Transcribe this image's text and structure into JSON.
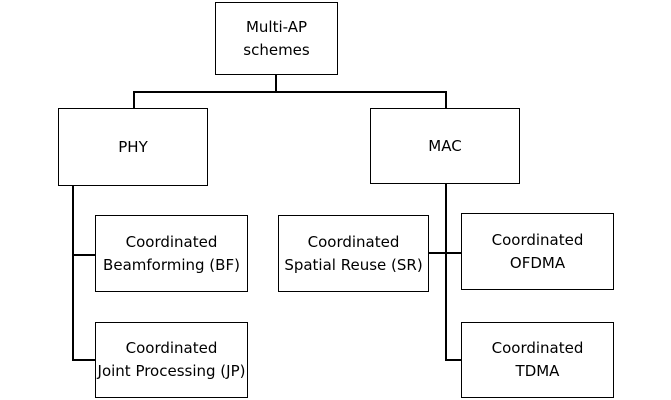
{
  "root": {
    "line1": "Multi-AP",
    "line2": "schemes"
  },
  "phy": {
    "label": "PHY"
  },
  "mac": {
    "label": "MAC"
  },
  "phy_children": [
    {
      "line1": "Coordinated",
      "line2": "Beamforming (BF)"
    },
    {
      "line1": "Coordinated",
      "line2": "Joint Processing (JP)"
    }
  ],
  "mac_children": [
    {
      "line1": "Coordinated",
      "line2": "Spatial Reuse (SR)"
    },
    {
      "line1": "Coordinated",
      "line2": "OFDMA"
    },
    {
      "line1": "Coordinated",
      "line2": "TDMA"
    }
  ]
}
